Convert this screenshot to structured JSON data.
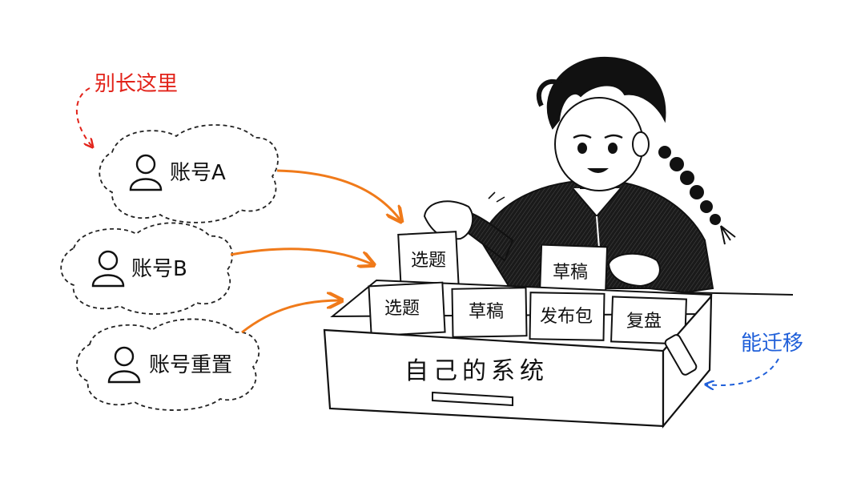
{
  "annotations": {
    "left_red": "别长这里",
    "right_blue": "能迁移"
  },
  "accounts": [
    {
      "label": "账号A"
    },
    {
      "label": "账号B"
    },
    {
      "label": "账号重置"
    }
  ],
  "held_cards": [
    {
      "label": "选题"
    },
    {
      "label": "草稿"
    }
  ],
  "box": {
    "title": "自己的系统",
    "cards": [
      {
        "label": "选题"
      },
      {
        "label": "草稿"
      },
      {
        "label": "发布包"
      },
      {
        "label": "复盘"
      }
    ]
  },
  "colors": {
    "red": "#e2231a",
    "blue": "#1f5fd9",
    "orange": "#f07a1a",
    "ink": "#111111"
  },
  "icons": [
    "user-icon",
    "arrow-icon",
    "box-handle-icon"
  ]
}
